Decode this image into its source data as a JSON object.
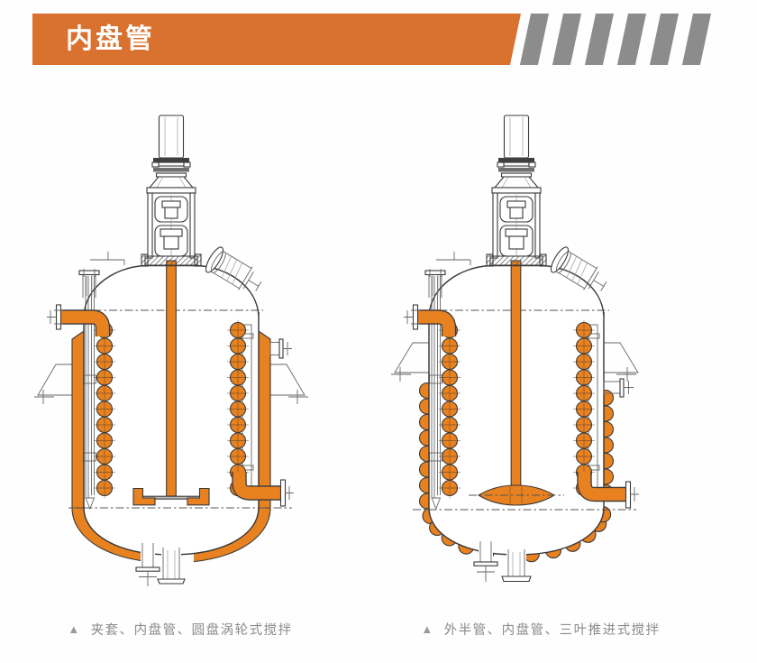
{
  "page": {
    "background_color": "#fefefe"
  },
  "header": {
    "title": "内盘管",
    "banner_color": "#d9712f",
    "stripes": {
      "count": 6,
      "color": "#8c8c8c"
    }
  },
  "figures": [
    {
      "caption_marker": "▲",
      "caption": "夹套、内盘管、圆盘涡轮式搅拌"
    },
    {
      "caption_marker": "▲",
      "caption": "外半管、内盘管、三叶推进式搅拌"
    }
  ],
  "colors": {
    "page-bg": "#fefefe",
    "banner-orange": "#d9712f",
    "stripe-gray": "#8c8c8c",
    "pipe-orange": "#e8811f",
    "line-dark": "#3a3a3a",
    "caption-gray": "#8b8b8b"
  }
}
